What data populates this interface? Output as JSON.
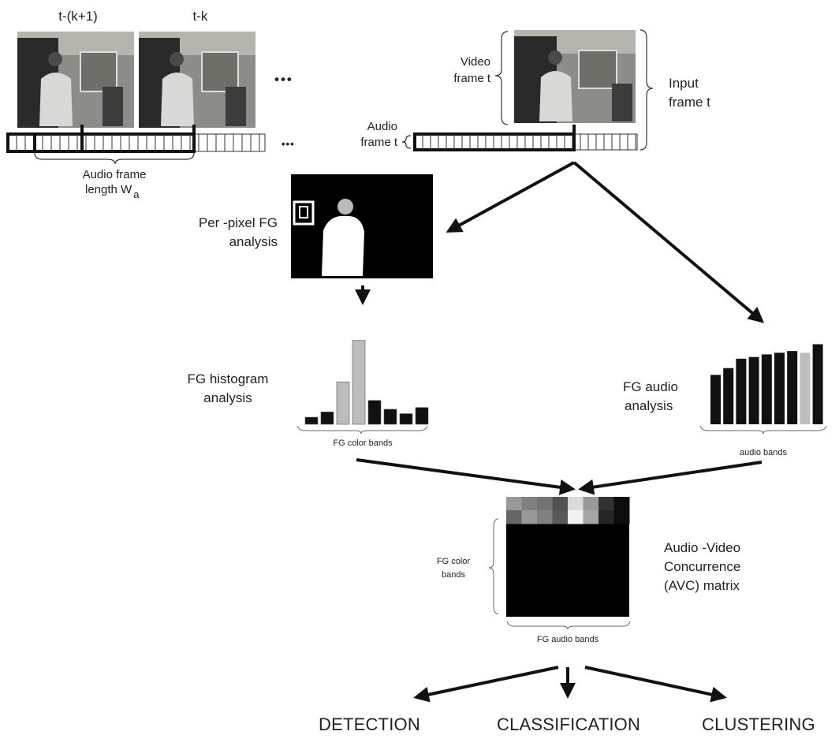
{
  "frames": {
    "label_prev": "t-(k+1)",
    "label_k": "t-k",
    "ellipsis_video": "•••",
    "ellipsis_audio": "•••",
    "audio_frame_length": "Audio frame",
    "audio_frame_length_2": "length W",
    "audio_frame_length_sub": "a"
  },
  "input": {
    "video_frame": [
      "Video",
      "frame t"
    ],
    "audio_frame": [
      "Audio",
      "frame t"
    ],
    "input_frame": [
      "Input",
      "frame t"
    ]
  },
  "stages": {
    "fg_analysis": [
      "Per -pixel FG",
      "analysis"
    ],
    "histogram": [
      "FG histogram",
      "analysis"
    ],
    "audio_analysis": [
      "FG audio",
      "analysis"
    ],
    "avc": [
      "Audio -Video",
      "Concurrence",
      "(AVC) matrix"
    ]
  },
  "axes": {
    "fg_color_bands": "FG color bands",
    "audio_bands": "audio bands",
    "matrix_rows": [
      "FG color",
      "bands"
    ],
    "matrix_cols": "FG audio bands"
  },
  "histogram_values": [
    0.08,
    0.14,
    0.48,
    0.95,
    0.27,
    0.17,
    0.12,
    0.19
  ],
  "histogram_highlight": [
    2,
    3
  ],
  "audio_values": [
    0.58,
    0.66,
    0.77,
    0.79,
    0.82,
    0.84,
    0.86,
    0.84,
    0.94
  ],
  "audio_highlight": [
    7
  ],
  "avc_top_row": [
    0.6,
    0.5,
    0.45,
    0.32,
    0.85,
    0.6,
    0.2,
    0.05
  ],
  "avc_second_row": [
    0.4,
    0.6,
    0.5,
    0.35,
    0.95,
    0.65,
    0.15,
    0.05
  ],
  "outputs": [
    "DETECTION",
    "CLASSIFICATION",
    "CLUSTERING"
  ],
  "colors": {
    "bar_dark": "#111111",
    "bar_light": "#bdbdbd",
    "matrix_bg": "#000000"
  }
}
